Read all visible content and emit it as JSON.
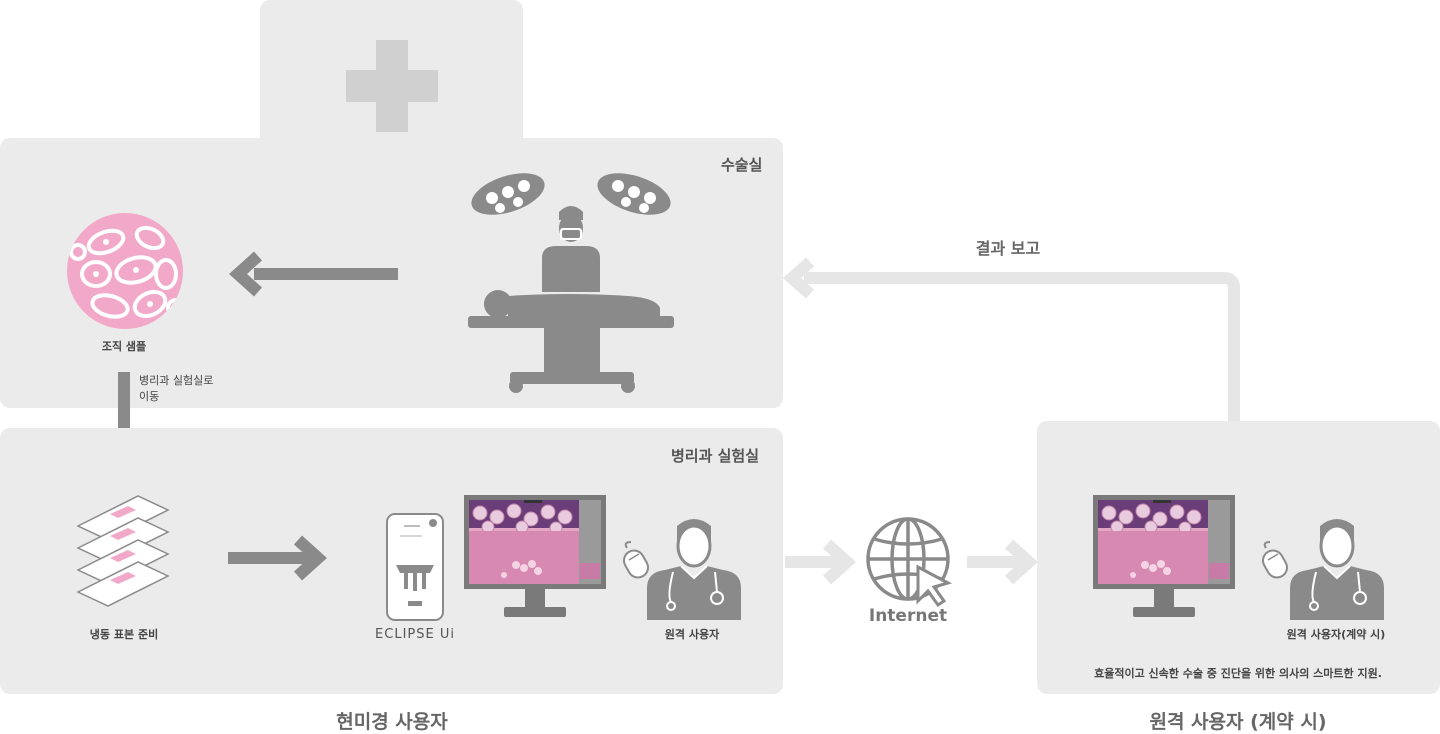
{
  "labels": {
    "operating_room": "수술실",
    "tissue_sample": "조직 샘플",
    "move_to_lab_line1": "병리과 실험실로",
    "move_to_lab_line2": "이동",
    "pathology_lab": "병리과 실험실",
    "frozen_prep": "냉동 표본 준비",
    "device_name": "ECLIPSE Ui",
    "remote_user_local": "원격 사용자",
    "internet": "Internet",
    "result_report": "결과 보고",
    "remote_user_contract": "원격 사용자(계약 시)",
    "tagline": "효율적이고 신속한 수술 중 진단을 위한 의사의 스마트한 지원.",
    "microscope_user_title": "현미경 사용자",
    "remote_user_title": "원격 사용자 (계약 시)"
  },
  "colors": {
    "panel": "#ebebeb",
    "icon_dark": "#8a8a8a",
    "icon_light": "#d9d9d9",
    "arrow_light": "#e6e6e6",
    "tissue_pink": "#f2a9c9"
  },
  "icons": [
    "cross-icon",
    "surgical-lamp-icon",
    "surgeon-icon",
    "patient-icon",
    "operating-table-icon",
    "tissue-sample-icon",
    "glass-slides-icon",
    "microscope-icon",
    "monitor-icon",
    "mouse-icon",
    "doctor-icon",
    "globe-cursor-icon"
  ]
}
